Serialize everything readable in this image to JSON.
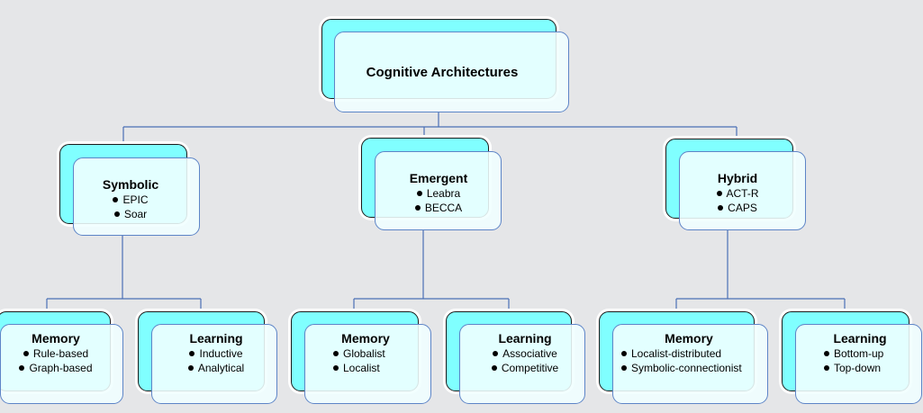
{
  "diagram": {
    "root": {
      "title": "Cognitive Architectures"
    },
    "categories": [
      {
        "title": "Symbolic",
        "items": [
          "EPIC",
          "Soar"
        ],
        "children": [
          {
            "title": "Memory",
            "items": [
              "Rule-based",
              "Graph-based"
            ]
          },
          {
            "title": "Learning",
            "items": [
              "Inductive",
              "Analytical"
            ]
          }
        ]
      },
      {
        "title": "Emergent",
        "items": [
          "Leabra",
          "BECCA"
        ],
        "children": [
          {
            "title": "Memory",
            "items": [
              "Globalist",
              "Localist"
            ]
          },
          {
            "title": "Learning",
            "items": [
              "Associative",
              "Competitive"
            ]
          }
        ]
      },
      {
        "title": "Hybrid",
        "items": [
          "ACT-R",
          "CAPS"
        ],
        "children": [
          {
            "title": "Memory",
            "items": [
              "Localist-distributed",
              "Symbolic-connectionist"
            ]
          },
          {
            "title": "Learning",
            "items": [
              "Bottom-up",
              "Top-down"
            ]
          }
        ]
      }
    ]
  },
  "colors": {
    "background": "#e5e6e8",
    "node_fill": "#80ffff",
    "node_overlay": "#f0ffff",
    "connector": "#4a6fb5",
    "overlay_border": "#5d84c7"
  }
}
